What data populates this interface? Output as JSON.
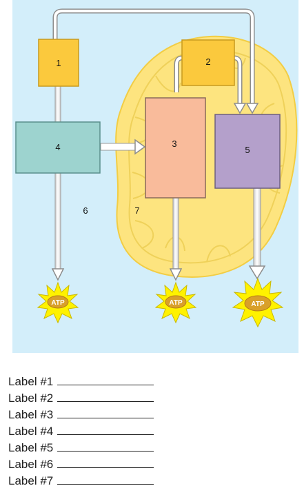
{
  "diagram": {
    "boxes": {
      "b1": "1",
      "b2": "2",
      "b3": "3",
      "b4": "4",
      "b5": "5"
    },
    "regions": {
      "r6": "6",
      "r7": "7"
    },
    "atp": [
      "ATP",
      "ATP",
      "ATP"
    ],
    "colors": {
      "background": "#d3eefa",
      "mitochondrion": "#fde47f",
      "box_yellow": "#fbc93d",
      "box_teal": "#9dd3cf",
      "box_salmon": "#f9bb9b",
      "box_purple": "#b4a0cb",
      "atp_star": "#fff200"
    }
  },
  "labels": [
    "Label #1",
    "Label #2",
    "Label #3",
    "Label #4",
    "Label #5",
    "Label #6",
    "Label #7"
  ]
}
